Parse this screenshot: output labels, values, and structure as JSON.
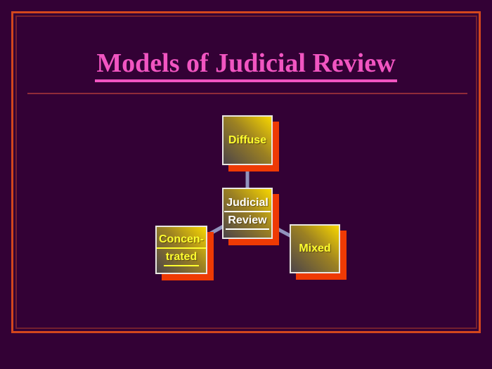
{
  "slide": {
    "title": "Models of Judicial Review",
    "background_color": "#330135",
    "frame_outer_color": "#d3471d",
    "frame_inner_color": "#73202f",
    "title_color": "#f155c1",
    "title_rule_color": "#902b39"
  },
  "diagram": {
    "type": "radial",
    "connector_color": "#9193bd",
    "node_shadow_color": "#ee3a04",
    "node_border_color": "#e9e6e2",
    "node_gradient": [
      "#4d4549",
      "#9c8122",
      "#f7d600"
    ],
    "center_node": "Judicial Review",
    "child_nodes": [
      "Diffuse",
      "Concentrated",
      "Mixed"
    ],
    "nodes": [
      {
        "id": "diffuse",
        "lines": [
          "Diffuse"
        ],
        "text_color": "#ffff2e",
        "underline": false
      },
      {
        "id": "judicial-review",
        "lines": [
          "Judicial",
          "Review"
        ],
        "text_color": "#ffffff",
        "underline": true
      },
      {
        "id": "concentrated",
        "lines": [
          "Concen-",
          "trated"
        ],
        "text_color": "#ffff2e",
        "underline": true
      },
      {
        "id": "mixed",
        "lines": [
          "Mixed"
        ],
        "text_color": "#ffff2e",
        "underline": false
      }
    ]
  }
}
